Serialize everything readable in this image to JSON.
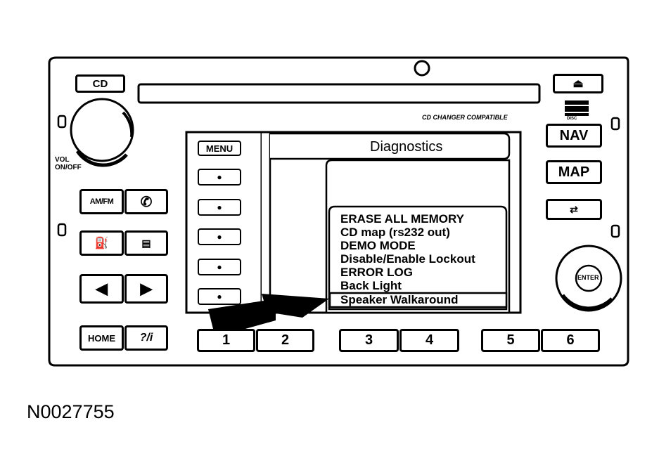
{
  "buttons": {
    "cd": "CD",
    "nav": "NAV",
    "map": "MAP",
    "menu": "MENU",
    "amfm": "AM/FM",
    "home": "HOME",
    "help": "?/i",
    "enter": "ENTER",
    "presets": [
      "1",
      "2",
      "3",
      "4",
      "5",
      "6"
    ]
  },
  "labels": {
    "volume": "VOL\nON/OFF",
    "cd_changer": "CD CHANGER COMPATIBLE",
    "cd_logo": "DISC",
    "figure_id": "N0027755"
  },
  "screen": {
    "title": "Diagnostics",
    "menu_items": [
      "ERASE ALL MEMORY",
      "CD map (rs232 out)",
      "DEMO MODE",
      "Disable/Enable Lockout",
      "ERROR LOG",
      "Back Light",
      "Speaker Walkaround"
    ],
    "highlighted_item": "Speaker Walkaround"
  }
}
